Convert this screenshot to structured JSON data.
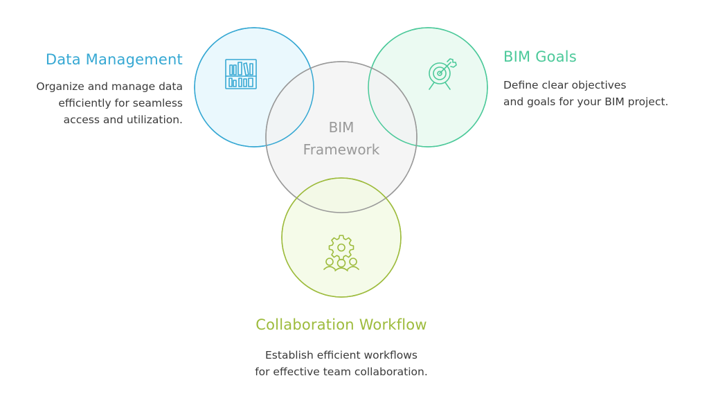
{
  "center": {
    "line1": "BIM",
    "line2": "Framework"
  },
  "data_management": {
    "title": "Data Management",
    "desc_lines": [
      "Organize and manage data",
      "efficiently for seamless",
      "access and utilization."
    ],
    "icon": "bookshelf-icon"
  },
  "bim_goals": {
    "title": "BIM Goals",
    "desc_lines": [
      "Define clear objectives",
      "and goals for your BIM project."
    ],
    "icon": "target-icon"
  },
  "collaboration": {
    "title": "Collaboration Workflow",
    "desc_lines": [
      "Establish efficient workflows",
      "for effective team collaboration."
    ],
    "icon": "team-gear-icon"
  },
  "colors": {
    "data_management": "#36a8d3",
    "bim_goals": "#4cc99a",
    "collaboration": "#9dbb3c",
    "center": "#999999",
    "center_fill": "#f2f2f2",
    "dm_fill": "#e8f7fd",
    "goals_fill": "#e9faf1",
    "collab_fill": "#f3fae3"
  }
}
